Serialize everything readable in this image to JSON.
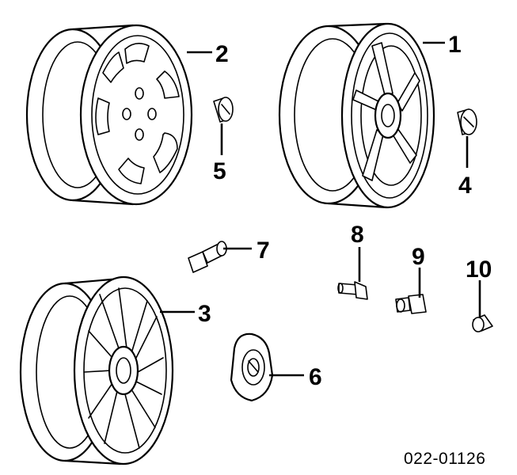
{
  "callouts": {
    "c1": "1",
    "c2": "2",
    "c3": "3",
    "c4": "4",
    "c5": "5",
    "c6": "6",
    "c7": "7",
    "c8": "8",
    "c9": "9",
    "c10": "10"
  },
  "diagram_code": "022-01126"
}
